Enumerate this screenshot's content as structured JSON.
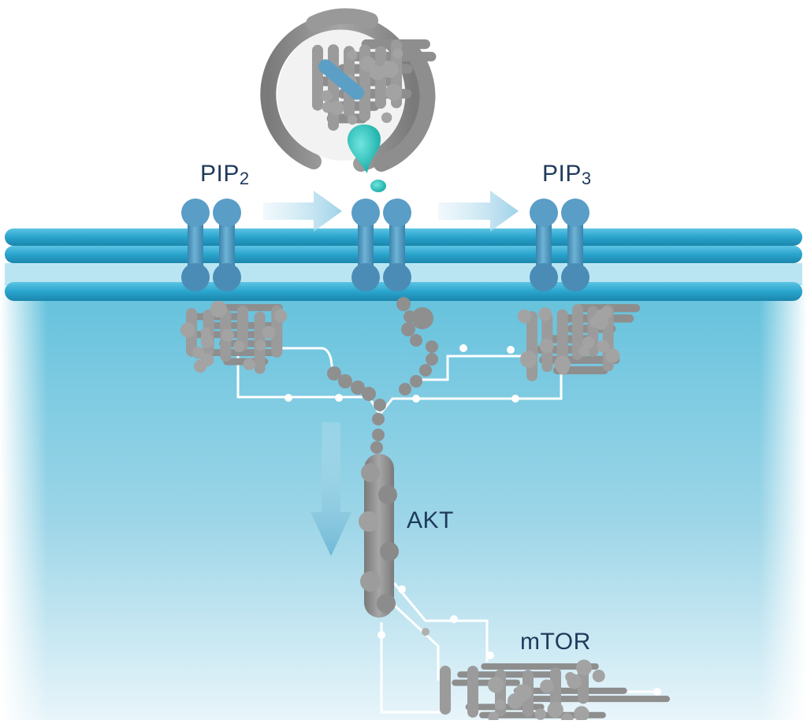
{
  "labels": {
    "pip2_base": "PIP",
    "pip2_sub": "2",
    "pip3_base": "PIP",
    "pip3_sub": "3",
    "akt": "AKT",
    "mtor": "mTOR"
  },
  "colors": {
    "membrane": "#2ba8cf",
    "membrane_light": "#6cc9e6",
    "lipid": "#4a96bf",
    "protein": "#8e8e8e",
    "phosphate": "#2ec9c2",
    "arrow": "#a9d6ea",
    "pathway_line": "#ffffff",
    "label": "#1f3a5c"
  }
}
